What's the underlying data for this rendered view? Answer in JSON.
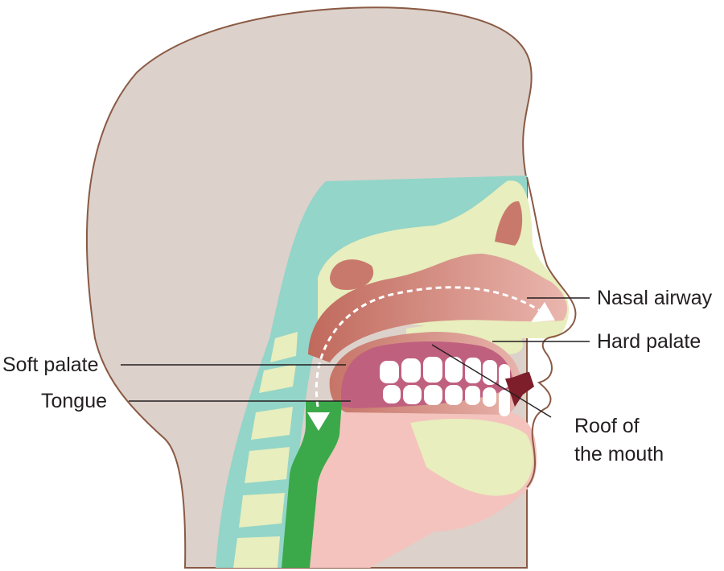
{
  "labels": {
    "nasal_airway": "Nasal airway",
    "hard_palate": "Hard palate",
    "soft_palate": "Soft palate",
    "tongue": "Tongue",
    "roof_line1": "Roof of",
    "roof_line2": "the mouth"
  },
  "colors": {
    "head": "#dcd1cb",
    "outline": "#8a5a44",
    "spine_band": "#93d5c8",
    "bone": "#e8eebd",
    "tissue": "#c9796b",
    "throat": "#f4c3bd",
    "tongue": "#c0607f",
    "airway": "#3ba94a",
    "teeth": "#ffffff"
  }
}
